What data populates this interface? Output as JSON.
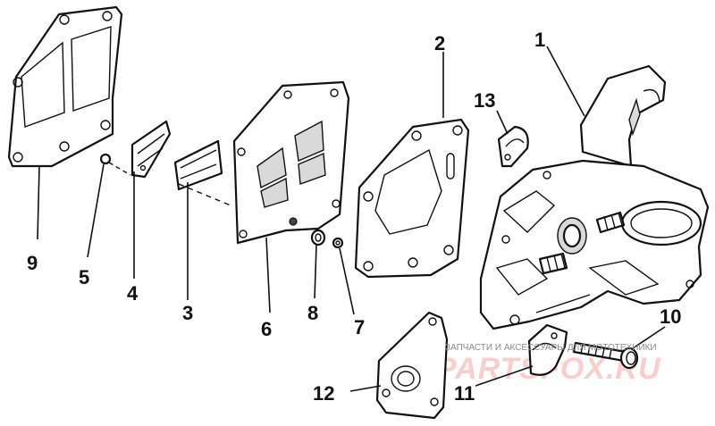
{
  "diagram": {
    "callouts": {
      "c1": "1",
      "c2": "2",
      "c3": "3",
      "c4": "4",
      "c5": "5",
      "c6": "6",
      "c7": "7",
      "c8": "8",
      "c9": "9",
      "c10": "10",
      "c11": "11",
      "c12": "12",
      "c13": "13"
    },
    "watermark": {
      "caption": "ЗАПЧАСТИ И АКСЕССУАРЫ ДЛЯ МОТОТЕХНИКИ",
      "logo": "PARTSFOX.RU"
    }
  }
}
